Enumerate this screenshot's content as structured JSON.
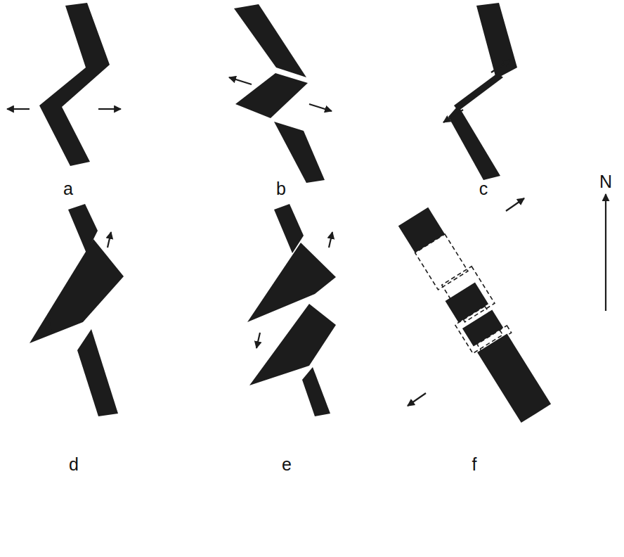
{
  "diagram": {
    "labels": [
      "a",
      "b",
      "c",
      "d",
      "e",
      "f",
      "N"
    ]
  }
}
